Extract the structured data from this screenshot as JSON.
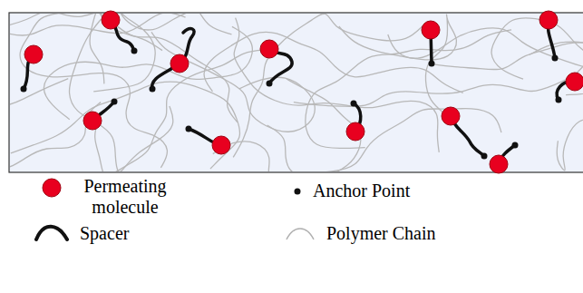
{
  "diagram": {
    "legend": [
      {
        "text": "Permeating molecule"
      },
      {
        "text": "Anchor Point"
      },
      {
        "text": "Spacer"
      },
      {
        "text": "Polymer Chain"
      }
    ]
  }
}
